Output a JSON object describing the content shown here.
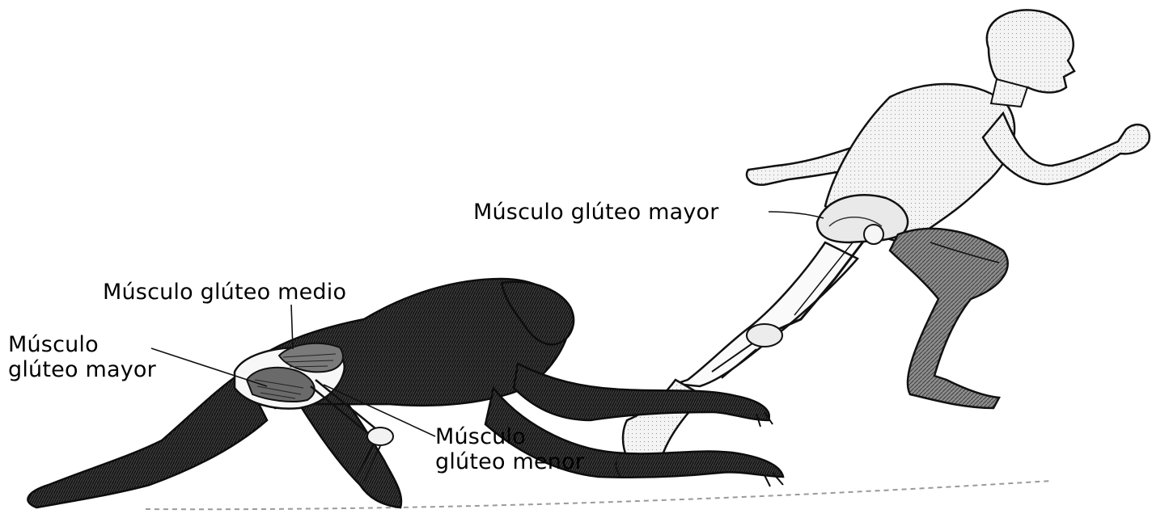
{
  "colors": {
    "ink": "#111111",
    "paper": "#ffffff",
    "hair": "#2a2a2a",
    "skin_shade": "#6e6e6e",
    "bone": "#f2f2f2"
  },
  "labels": {
    "human_gluteus_maximus": "Músculo glúteo mayor",
    "chimp_gluteus_medius": "Músculo glúteo medio",
    "chimp_gluteus_maximus": "Músculo\nglúteo mayor",
    "chimp_gluteus_minimus": "Músculo\nglúteo menor"
  }
}
